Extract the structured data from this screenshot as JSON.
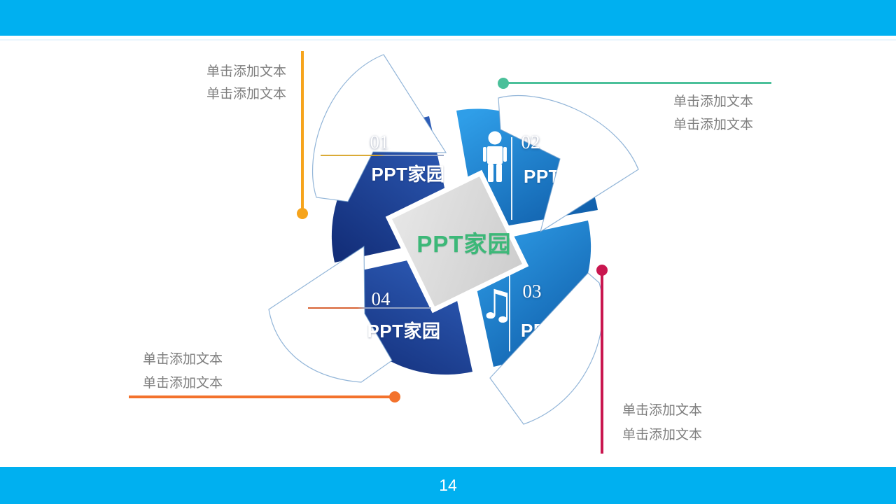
{
  "slide": {
    "page_number": "14",
    "accent_cyan": "#00B0F0",
    "background": "#FFFFFF"
  },
  "center": {
    "label": "PPT家园",
    "color": "#3CB878",
    "square_fill": "#DCDCDC"
  },
  "segments": [
    {
      "number": "01",
      "label": "PPT家园",
      "style": "navy",
      "color": "#1D3F8F"
    },
    {
      "number": "02",
      "label": "PPT家园",
      "style": "blue",
      "color": "#1E83D2",
      "icon": "person-icon"
    },
    {
      "number": "03",
      "label": "PPT家园",
      "style": "blue",
      "color": "#1E83D2",
      "icon": "music-note-icon"
    },
    {
      "number": "04",
      "label": "PPT家园",
      "style": "navy",
      "color": "#1D3F8F"
    }
  ],
  "icons": {
    "music_glyph": "♫"
  },
  "callouts": [
    {
      "position": "top-left",
      "color": "#F6A41C",
      "lines": [
        "单击添加文本",
        "单击添加文本"
      ]
    },
    {
      "position": "top-right",
      "color": "#4BC09A",
      "lines": [
        "单击添加文本",
        "单击添加文本"
      ]
    },
    {
      "position": "bottom-left",
      "color": "#F3722C",
      "lines": [
        "单击添加文本",
        "单击添加文本"
      ]
    },
    {
      "position": "bottom-right",
      "color": "#C9164F",
      "lines": [
        "单击添加文本",
        "单击添加文本"
      ]
    }
  ]
}
